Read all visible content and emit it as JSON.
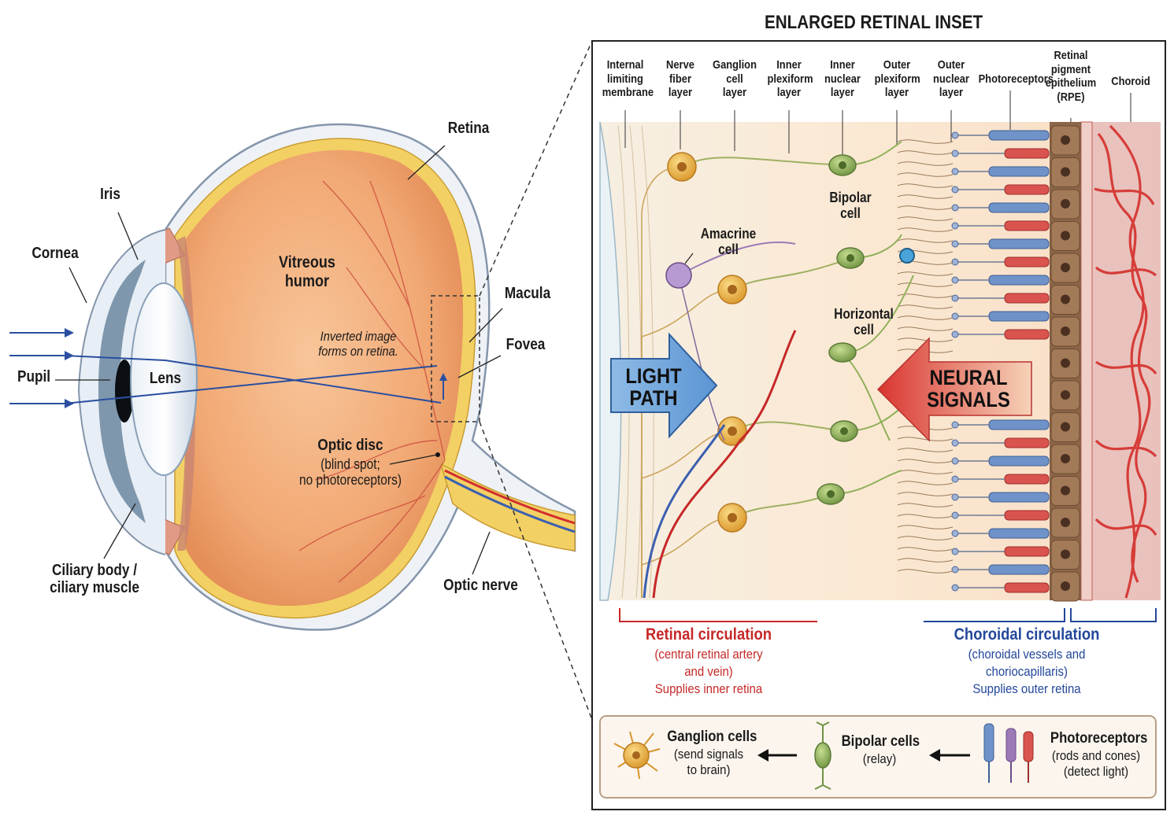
{
  "inset_title": "ENLARGED RETINAL INSET",
  "eye_labels": {
    "retina": "Retina",
    "iris": "Iris",
    "cornea": "Cornea",
    "vitreous": "Vitreous\nhumor",
    "macula": "Macula",
    "fovea": "Fovea",
    "inverted": "Inverted image\nforms on retina.",
    "pupil": "Pupil",
    "lens": "Lens",
    "optic_disc_title": "Optic disc",
    "optic_disc_note": "(blind spot;\nno photoreceptors)",
    "ciliary": "Ciliary body /\nciliary muscle",
    "optic_nerve": "Optic nerve"
  },
  "layers": [
    "Internal\nlimiting\nmembrane",
    "Nerve\nfiber\nlayer",
    "Ganglion\ncell\nlayer",
    "Inner\nplexiform\nlayer",
    "Inner\nnuclear\nlayer",
    "Outer\nplexiform\nlayer",
    "Outer\nnuclear\nlayer",
    "Photoreceptors",
    "Retinal\npigment\nepithelium\n(RPE)",
    "Choroid"
  ],
  "cell_labels": {
    "amacrine": "Amacrine\ncell",
    "bipolar": "Bipolar\ncell",
    "horizontal": "Horizontal\ncell"
  },
  "arrows": {
    "light": "LIGHT\nPATH",
    "neural": "NEURAL\nSIGNALS"
  },
  "circulation": {
    "retinal_title": "Retinal circulation",
    "retinal_desc": "(central retinal artery\nand vein)\nSupplies inner retina",
    "choroidal_title": "Choroidal circulation",
    "choroidal_desc": "(choroidal vessels and\nchoriocapillaris)\nSupplies outer retina"
  },
  "legend": {
    "ganglion_title": "Ganglion cells",
    "ganglion_desc": "(send signals\nto brain)",
    "bipolar_title": "Bipolar cells",
    "bipolar_desc": "(relay)",
    "photo_title": "Photoreceptors",
    "photo_desc": "(rods and cones)\n(detect light)"
  },
  "colors": {
    "vitreous": "#f2b07e",
    "retina_yellow": "#f3d064",
    "ganglion": "#e9b13d",
    "bipolar": "#8fb059",
    "amacrine": "#9c7ab8",
    "rod": "#6f93c8",
    "cone": "#d9534f",
    "rpe": "#8b6548",
    "choroid_vessel": "#d42f2b",
    "light_arrow": "#6fa4da",
    "neural_arrow": "#e0403b",
    "retinal_circ": "#c62828",
    "choroidal_circ": "#23479a"
  }
}
